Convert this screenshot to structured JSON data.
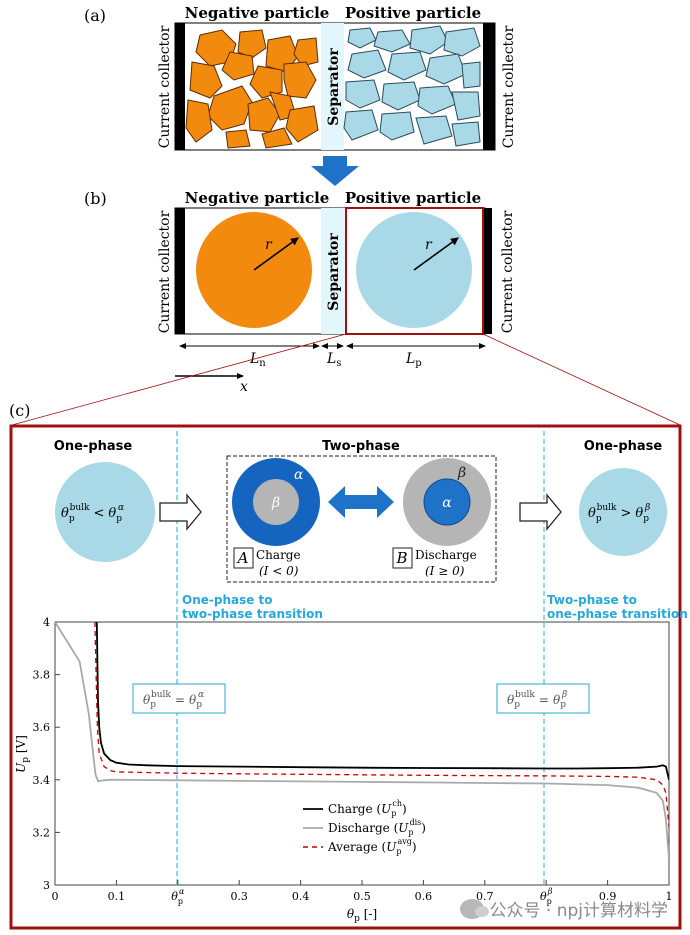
{
  "panel_labels": {
    "a": "(a)",
    "b": "(b)",
    "c": "(c)"
  },
  "panel_a": {
    "negative_label": "Negative particle",
    "positive_label": "Positive particle",
    "separator": "Separator",
    "collector_left": "Current collector",
    "collector_right": "Current collector"
  },
  "panel_b": {
    "negative_label": "Negative particle",
    "positive_label": "Positive particle",
    "separator": "Separator",
    "collector_left": "Current collector",
    "collector_right": "Current collector",
    "radius_label": "r",
    "dim_ln": "L",
    "dim_ln_sub": "n",
    "dim_ls": "L",
    "dim_ls_sub": "s",
    "dim_lp": "L",
    "dim_lp_sub": "p",
    "x_axis": "x"
  },
  "panel_c": {
    "phase_left": "One-phase",
    "phase_mid": "Two-phase",
    "phase_right": "One-phase",
    "cond_left": "θ",
    "cond_left_sup": "bulk",
    "cond_left_sub": "p",
    "cond_left_op": "<",
    "cond_left_rhs": "θ",
    "cond_left_rhs_sub": "p",
    "cond_left_rhs_sup": "α",
    "cond_right": "θ",
    "cond_right_sup": "bulk",
    "cond_right_sub": "p",
    "cond_right_op": ">",
    "cond_right_rhs": "θ",
    "cond_right_rhs_sub": "p",
    "cond_right_rhs_sup": "β",
    "alpha": "α",
    "beta": "β",
    "box_a": "A",
    "box_b": "B",
    "charge_label": "Charge",
    "charge_cond": "(I < 0)",
    "discharge_label": "Discharge",
    "discharge_cond": "(I ≥ 0)",
    "trans_left_1": "One-phase to",
    "trans_left_2": "two-phase transition",
    "trans_right_1": "Two-phase to",
    "trans_right_2": "one-phase transition",
    "box_eq_left": "θ",
    "box_eq_left_sup": "bulk",
    "box_eq_left_sub": "p",
    "box_eq_left_rhs_sub": "p",
    "box_eq_left_rhs_sup": "α",
    "box_eq_right_rhs_sup": "β",
    "equals": "="
  },
  "chart_data": {
    "type": "line",
    "xlabel": "θ",
    "xlabel_sub": "p",
    "xlabel_unit": "[-]",
    "ylabel": "U",
    "ylabel_sub": "p",
    "ylabel_unit": "[V]",
    "xlim": [
      0,
      1
    ],
    "ylim": [
      3,
      4
    ],
    "x_ticks": [
      "0",
      "0.1",
      "θ",
      "0.3",
      "0.4",
      "0.5",
      "0.6",
      "0.7",
      "θ",
      "0.9",
      "1"
    ],
    "x_tick_values": [
      0,
      0.1,
      0.2,
      0.3,
      0.4,
      0.5,
      0.6,
      0.7,
      0.8,
      0.9,
      1.0
    ],
    "x_tick_special": {
      "2": "α",
      "8": "β"
    },
    "y_ticks": [
      "3",
      "3.2",
      "3.4",
      "3.6",
      "3.8",
      "4"
    ],
    "y_tick_values": [
      3.0,
      3.2,
      3.4,
      3.6,
      3.8,
      4.0
    ],
    "vlines": [
      0.2,
      0.8
    ],
    "series": [
      {
        "name": "Charge",
        "legend_sup": "ch",
        "color": "#000000",
        "dash": "none",
        "x": [
          0.068,
          0.069,
          0.07,
          0.072,
          0.075,
          0.08,
          0.09,
          0.1,
          0.12,
          0.15,
          0.2,
          0.3,
          0.4,
          0.5,
          0.6,
          0.7,
          0.8,
          0.85,
          0.9,
          0.95,
          0.98,
          0.99,
          0.995,
          1.0
        ],
        "y": [
          4.0,
          3.85,
          3.7,
          3.6,
          3.54,
          3.5,
          3.475,
          3.465,
          3.458,
          3.455,
          3.452,
          3.45,
          3.448,
          3.446,
          3.445,
          3.444,
          3.443,
          3.443,
          3.444,
          3.446,
          3.45,
          3.455,
          3.45,
          3.4
        ]
      },
      {
        "name": "Discharge",
        "legend_sup": "dis",
        "color": "#aaaaaa",
        "dash": "none",
        "x": [
          0.0,
          0.04,
          0.055,
          0.062,
          0.066,
          0.07,
          0.08,
          0.09,
          0.1,
          0.2,
          0.3,
          0.4,
          0.5,
          0.6,
          0.7,
          0.8,
          0.9,
          0.95,
          0.98,
          0.99,
          0.995,
          1.0
        ],
        "y": [
          4.0,
          3.85,
          3.65,
          3.5,
          3.42,
          3.395,
          3.398,
          3.4,
          3.4,
          3.398,
          3.396,
          3.394,
          3.392,
          3.39,
          3.388,
          3.386,
          3.38,
          3.37,
          3.35,
          3.32,
          3.25,
          3.1
        ]
      },
      {
        "name": "Average",
        "legend_sup": "avg",
        "color": "#cc0000",
        "dash": "5,4",
        "x": [
          0.065,
          0.067,
          0.069,
          0.072,
          0.08,
          0.09,
          0.1,
          0.2,
          0.3,
          0.4,
          0.5,
          0.6,
          0.7,
          0.8,
          0.9,
          0.95,
          0.98,
          0.99,
          0.995,
          1.0
        ],
        "y": [
          4.0,
          3.8,
          3.6,
          3.5,
          3.45,
          3.435,
          3.43,
          3.425,
          3.423,
          3.421,
          3.419,
          3.417,
          3.416,
          3.415,
          3.413,
          3.41,
          3.4,
          3.38,
          3.35,
          3.22
        ]
      }
    ],
    "legend_position": "bottom-center",
    "grid": false
  },
  "watermark": "公众号 · npj计算材料学",
  "colors": {
    "orange": "#f28a0e",
    "orange_stroke": "#5a2c00",
    "light_blue": "#a9d8e6",
    "blue_stroke": "#2a4a5a",
    "dark_blue": "#1565c0",
    "mid_blue": "#1e73c8",
    "gray": "#b5b5b5",
    "frame_red": "#a10f0f",
    "cyan": "#29a7d8",
    "separator": "#e3f6fb"
  }
}
